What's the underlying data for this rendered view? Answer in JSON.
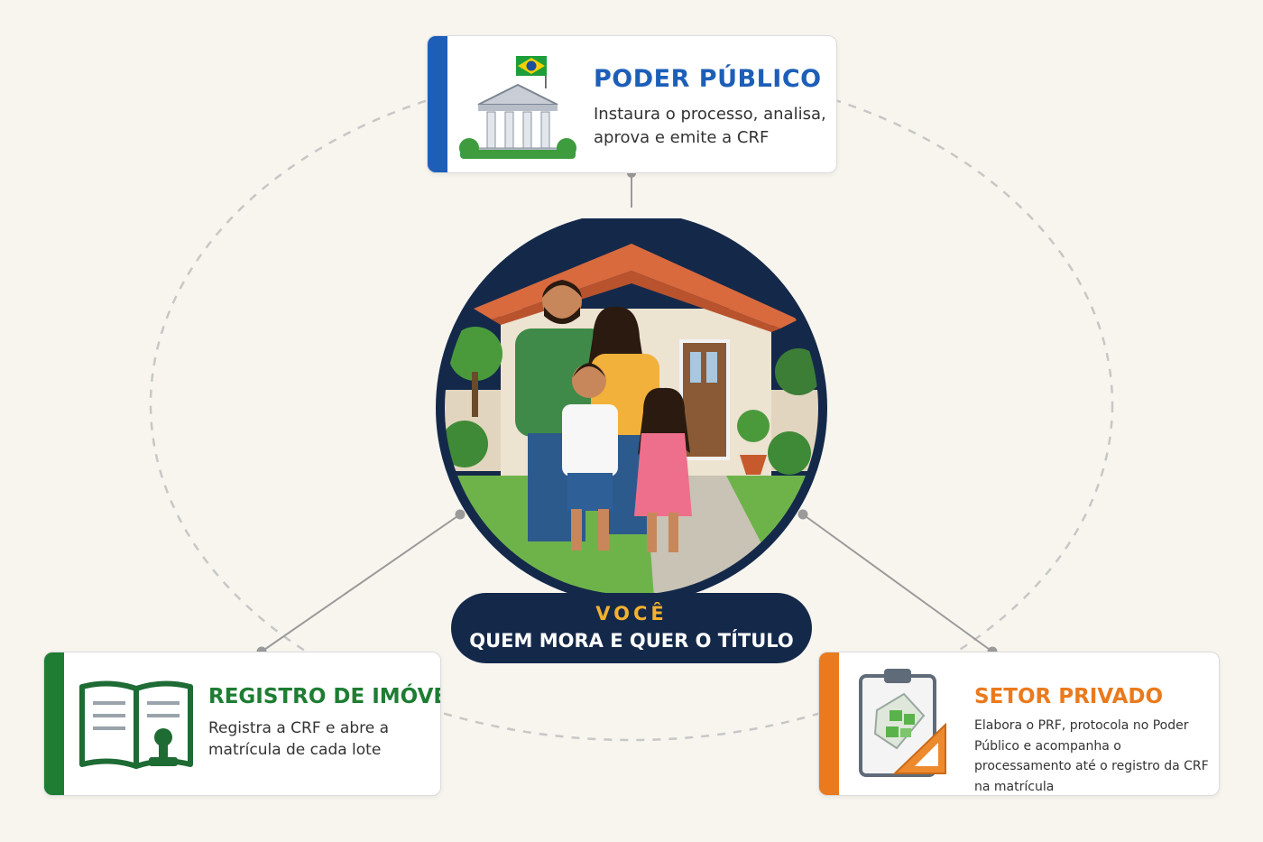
{
  "colors": {
    "background": "#f8f5ef",
    "publico": "#1d5fb8",
    "registro": "#1e7d32",
    "privado": "#ea7a1d",
    "navy": "#14294a",
    "gold": "#f2b12f"
  },
  "publico": {
    "title": "PODER PÚBLICO",
    "description": "Instaura o processo, analisa, aprova e emite a CRF",
    "icon": "government-building-with-flag-icon"
  },
  "registro": {
    "title": "REGISTRO DE IMÓVEIS",
    "description": "Registra a CRF e abre a matrícula de cada lote",
    "icon": "open-book-with-stamp-icon"
  },
  "privado": {
    "title": "SETOR PRIVADO",
    "description": "Elabora o PRF, protocola no Poder Público e acompanha o processamento até o registro da CRF na matrícula",
    "icon": "clipboard-map-set-square-icon"
  },
  "center": {
    "label": "VOCÊ",
    "subtitle": "QUEM MORA E QUER O TÍTULO"
  }
}
